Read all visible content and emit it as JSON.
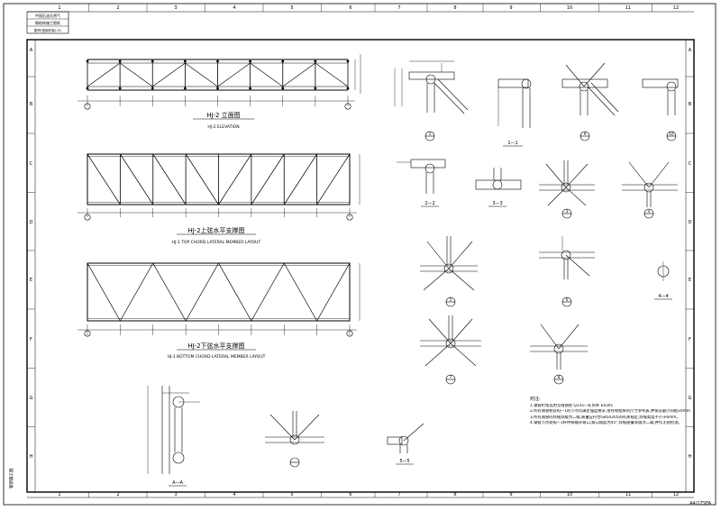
{
  "title_block": {
    "line1": "中国石油天然气",
    "line2": "钢结构施工图纸",
    "line3": "图号(型钢桁架)-01"
  },
  "sheet_id": "A4/1ZSFA",
  "side_label": "钢架施工图",
  "grid": {
    "cols": [
      "1",
      "2",
      "3",
      "4",
      "5",
      "6",
      "7",
      "8",
      "9",
      "10",
      "11",
      "12"
    ],
    "rows": [
      "A",
      "B",
      "C",
      "D",
      "E",
      "F",
      "G",
      "H"
    ]
  },
  "views": {
    "elev_title": "HJ-2 立面图",
    "elev_sub": "HJ-2 ELEVATION",
    "top_title": "HJ-2上弦水平支撑图",
    "top_sub": "HJ-1 TOP CHORD LATERAL MEMBER LAYOUT",
    "bot_title": "HJ-2下弦水平支撑图",
    "bot_sub": "HJ-1 BOTTOM CHORD LATERAL MEMBER LAYOUT"
  },
  "section_labels": {
    "s1": "1—1",
    "s2": "2—2",
    "s3": "3—3",
    "s4": "4—4",
    "s5": "5—5",
    "sa": "A—A"
  },
  "detail_marks": [
    "1",
    "2",
    "3",
    "4",
    "5",
    "6",
    "7",
    "8",
    "9",
    "10"
  ],
  "notes": {
    "heading": "附注:",
    "lines": [
      "1.钢管桁架选用无缝钢管 Q235—B,焊条 E4301",
      "2.所有钢管相贯KJ—1的节点均满足强度要求,管径和壁厚的尺寸参考表,并保证最小间距20mm。",
      "3.所有钢管的焊缝等级为二级,质量应符合GB50205的有关规定,焊缝高度不小于6mm。",
      "4.钢管节点处KJ—1杆件两端开坡口,坡口角度为45°,焊缝质量等级为二级,并作无损检测。"
    ]
  }
}
